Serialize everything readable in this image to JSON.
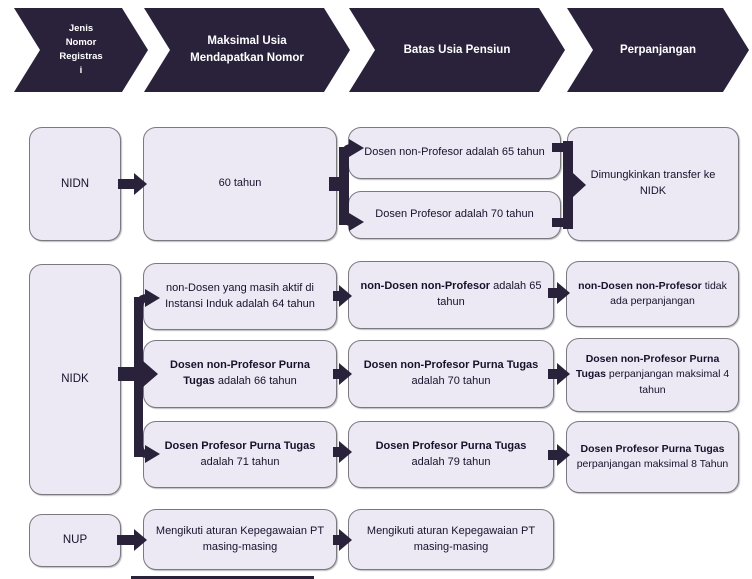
{
  "colors": {
    "accent_dark": "#29223a",
    "box_fill": "#ece8f4",
    "box_border": "#7b7880",
    "box_text": "#17122b",
    "header_text": "#ffffff"
  },
  "header": {
    "steps": [
      {
        "label": "Jenis\nNomor\nRegistras\ni"
      },
      {
        "label": "Maksimal Usia\nMendapatkan Nomor"
      },
      {
        "label": "Batas Usia Pensiun"
      },
      {
        "label": "Perpanjangan"
      }
    ]
  },
  "rows": {
    "nidn": {
      "label": "NIDN",
      "max_usia": "60 tahun",
      "batas": [
        "Dosen non-Profesor adalah 65 tahun",
        "Dosen Profesor adalah 70 tahun"
      ],
      "perpanjangan": "Dimungkinkan transfer ke NIDK"
    },
    "nidk": {
      "label": "NIDK",
      "branches": [
        {
          "max_usia": {
            "bold": "",
            "rest": "non-Dosen yang masih aktif di Instansi Induk adalah 64 tahun"
          },
          "batas": {
            "bold": "non-Dosen non-Profesor",
            "rest": " adalah 65 tahun"
          },
          "perpanjangan": {
            "bold": "non-Dosen non-Profesor",
            "rest": " tidak ada perpanjangan"
          }
        },
        {
          "max_usia": {
            "bold": "Dosen non-Profesor Purna Tugas",
            "rest": " adalah 66 tahun"
          },
          "batas": {
            "bold": "Dosen non-Profesor Purna Tugas",
            "rest": " adalah 70 tahun"
          },
          "perpanjangan": {
            "bold": "Dosen non-Profesor Purna Tugas",
            "rest": " perpanjangan maksimal 4 tahun"
          }
        },
        {
          "max_usia": {
            "bold": "Dosen Profesor Purna Tugas",
            "rest": " adalah 71 tahun"
          },
          "batas": {
            "bold": "Dosen Profesor Purna Tugas",
            "rest": " adalah 79 tahun"
          },
          "perpanjangan": {
            "bold": "Dosen Profesor Purna Tugas",
            "rest": " perpanjangan maksimal 8 Tahun"
          }
        }
      ]
    },
    "nup": {
      "label": "NUP",
      "max_usia": "Mengikuti aturan Kepegawaian PT masing-masing",
      "batas": "Mengikuti aturan Kepegawaian PT masing-masing"
    }
  }
}
